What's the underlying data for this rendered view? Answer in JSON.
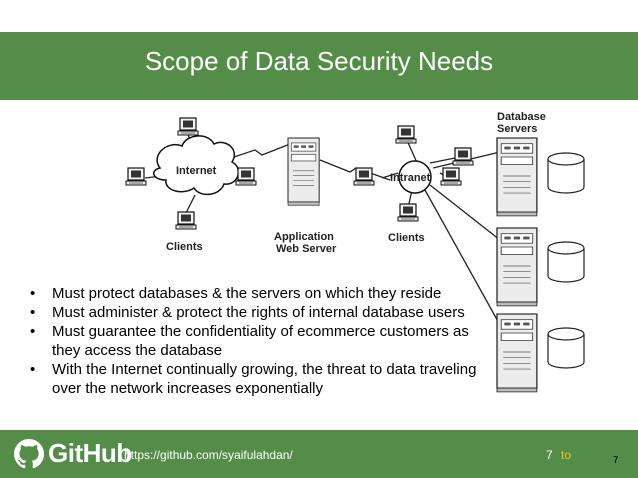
{
  "slide": {
    "title": "Scope of Data Security Needs",
    "number": "7"
  },
  "diagram": {
    "internet_label": "Internet",
    "intranet_label": "Intranet",
    "clients_left_label": "Clients",
    "clients_right_label": "Clients",
    "app_server_label_1": "Application",
    "app_server_label_2": "Web Server",
    "db_servers_label_1": "Database",
    "db_servers_label_2": "Servers"
  },
  "bullets": [
    "Must protect databases & the servers on which they reside",
    "Must administer & protect the rights of internal database users",
    "Must guarantee the confidentiality of ecommerce customers as they access the database",
    "With the Internet continually growing, the threat to data traveling over the network increases exponentially"
  ],
  "footer": {
    "brand": "GitHub",
    "url": "https://github.com/syaifulahdan/",
    "page": "7",
    "to": "to"
  },
  "colors": {
    "header_bg": "#548d47",
    "footer_bg": "#548d47",
    "to_text": "#f0c020"
  }
}
